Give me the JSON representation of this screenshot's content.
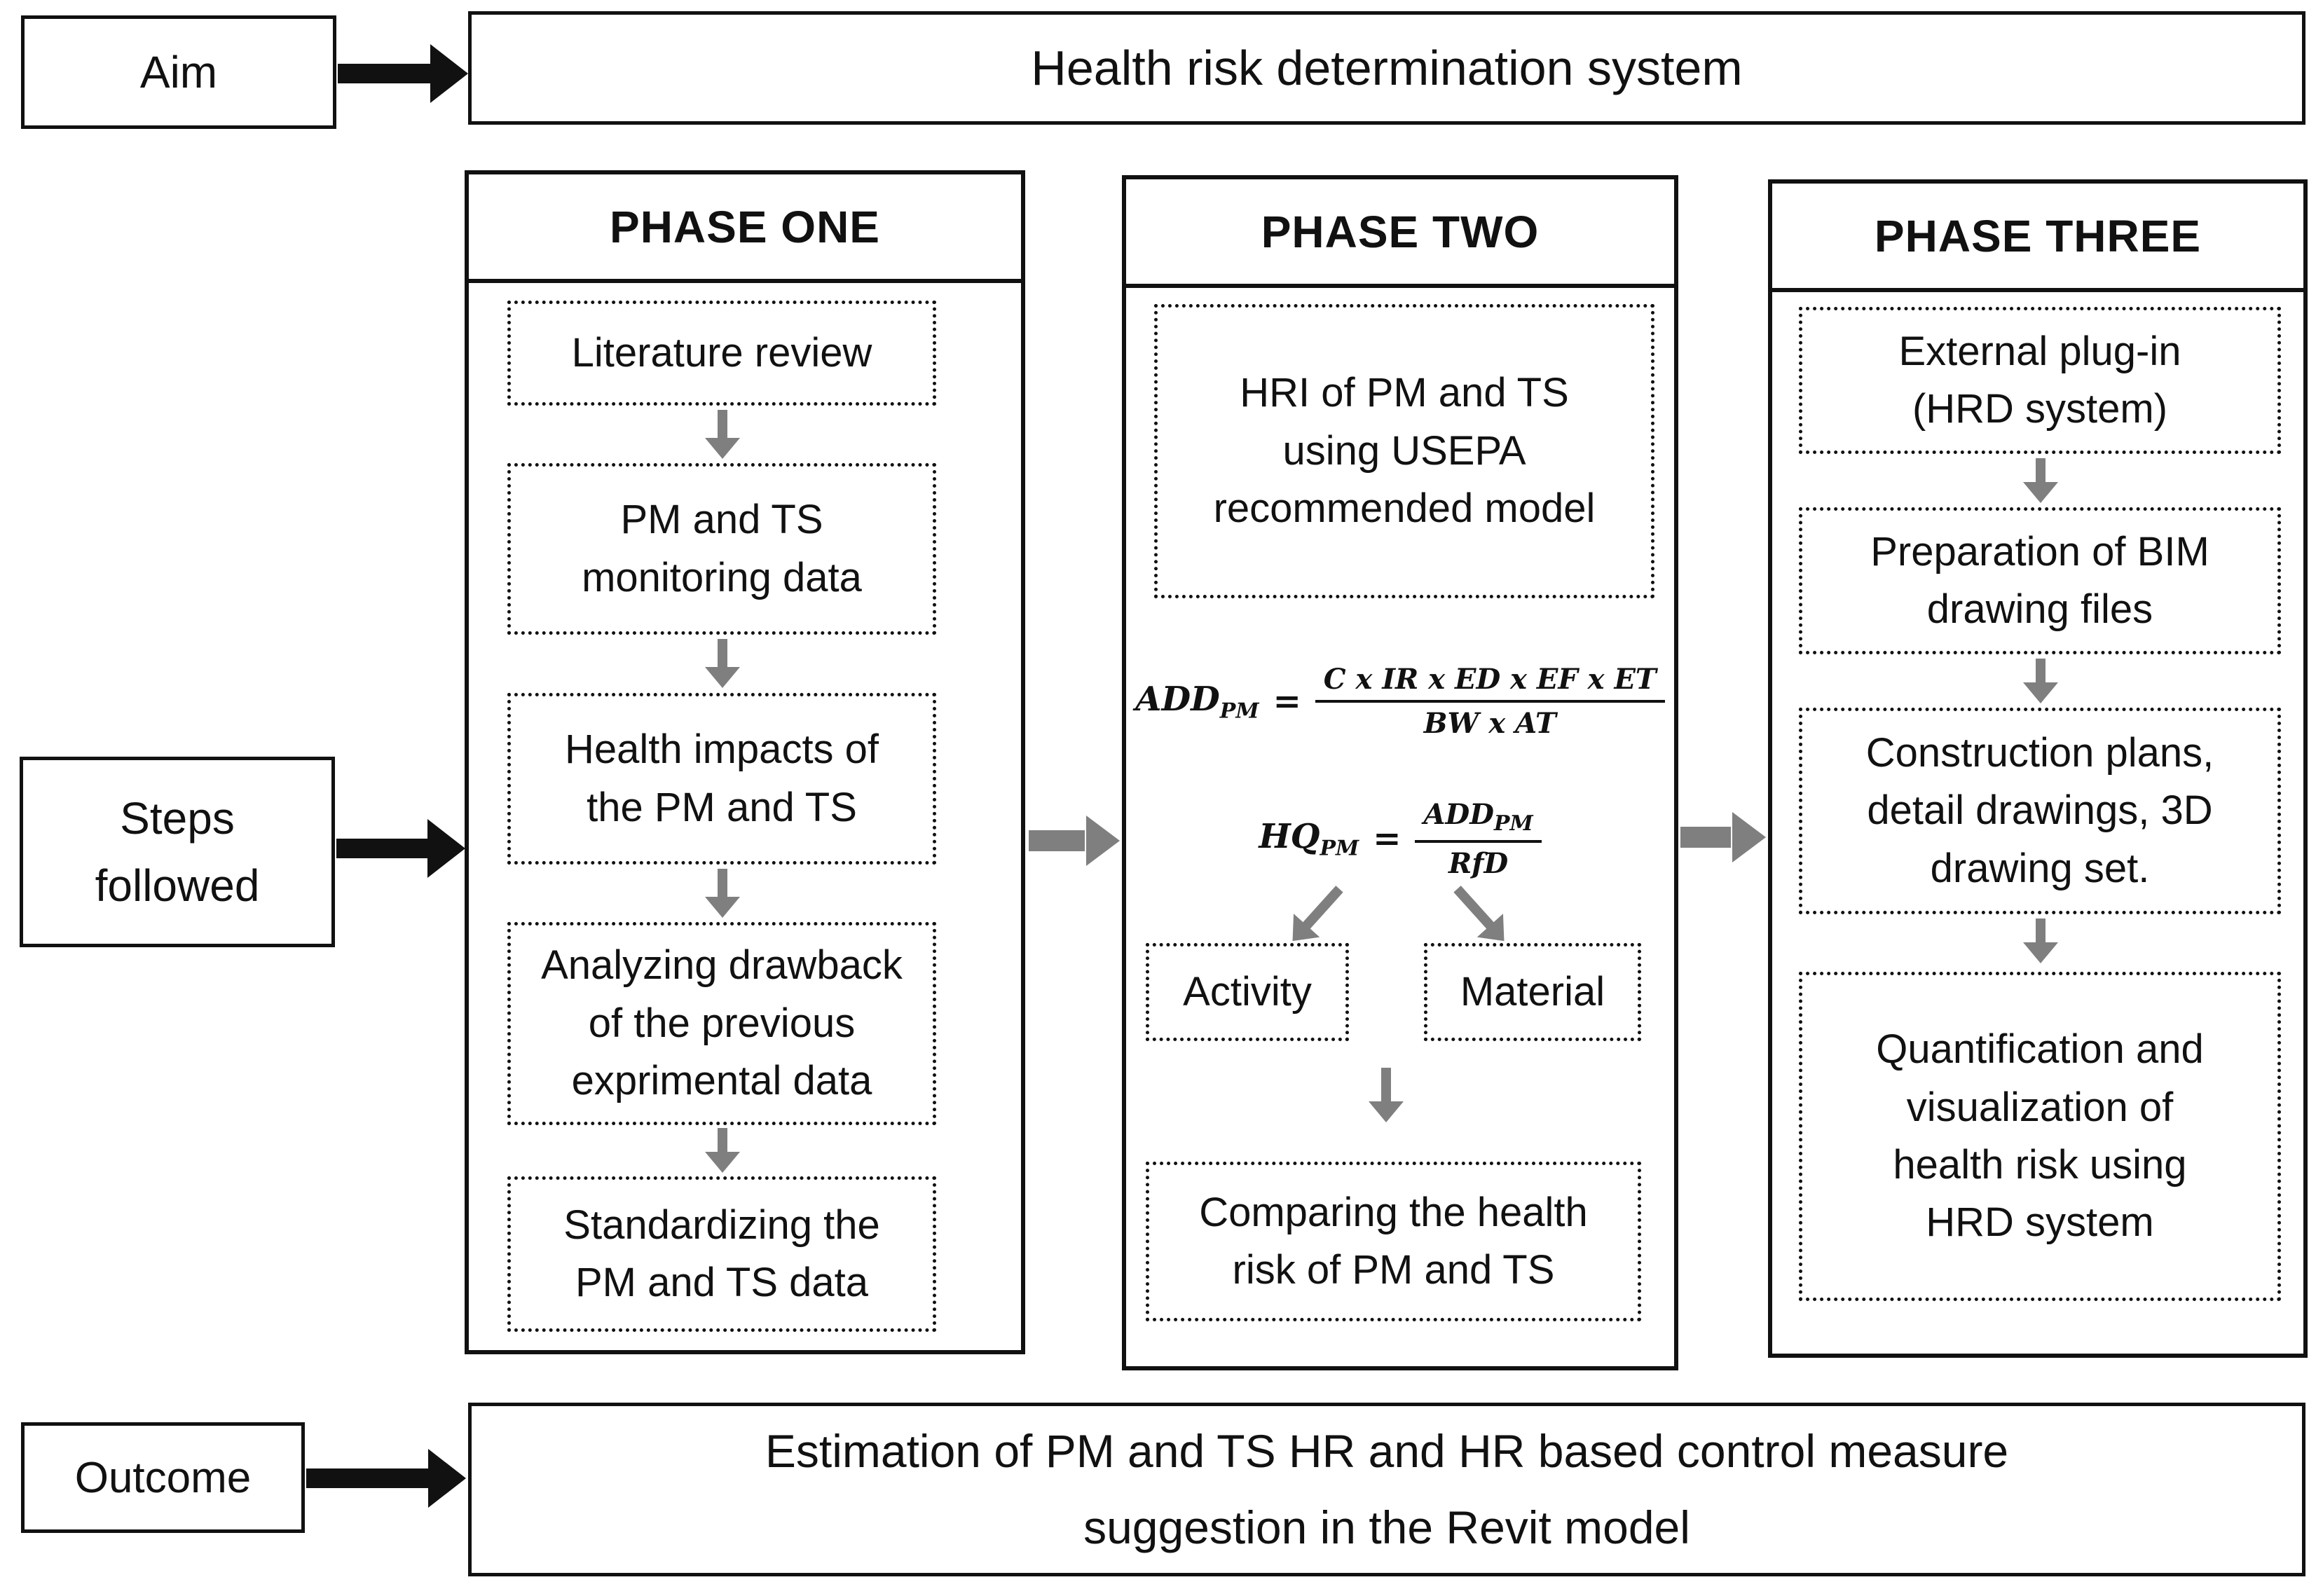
{
  "top": {
    "aim_label": "Aim",
    "title": "Health risk determination system"
  },
  "left_labels": {
    "steps": "Steps\nfollowed"
  },
  "symbols": {
    "eq": "="
  },
  "phases": [
    {
      "header": "PHASE ONE",
      "steps": [
        "Literature review",
        "PM and TS\nmonitoring data",
        "Health impacts of\nthe PM and TS",
        "Analyzing drawback\nof the previous\nexprimental data",
        "Standardizing the\nPM and TS data"
      ]
    },
    {
      "header": "PHASE TWO",
      "hri_box": "HRI of PM and TS\nusing USEPA\nrecommended model",
      "formula_add": {
        "lhs": "ADD",
        "lhs_sub": "PM",
        "numerator": "C x IR x ED x EF x ET",
        "denominator": "BW x AT"
      },
      "formula_hq": {
        "lhs": "HQ",
        "lhs_sub": "PM",
        "numerator": "ADD",
        "numerator_sub": "PM",
        "denominator": "RfD"
      },
      "activity": "Activity",
      "material": "Material",
      "comparing": "Comparing the health\nrisk of PM and TS"
    },
    {
      "header": "PHASE THREE",
      "steps": [
        "External plug-in\n(HRD system)",
        "Preparation of BIM\ndrawing files",
        "Construction plans,\ndetail drawings, 3D\ndrawing set.",
        "Quantification and\nvisualization of\nhealth risk using\nHRD system"
      ]
    }
  ],
  "outcome": {
    "label": "Outcome",
    "text": "Estimation of PM and TS HR and HR based control measure\nsuggestion in the Revit model"
  },
  "colors": {
    "arrow_gray": "#7f7f7f",
    "ink": "#111111"
  }
}
